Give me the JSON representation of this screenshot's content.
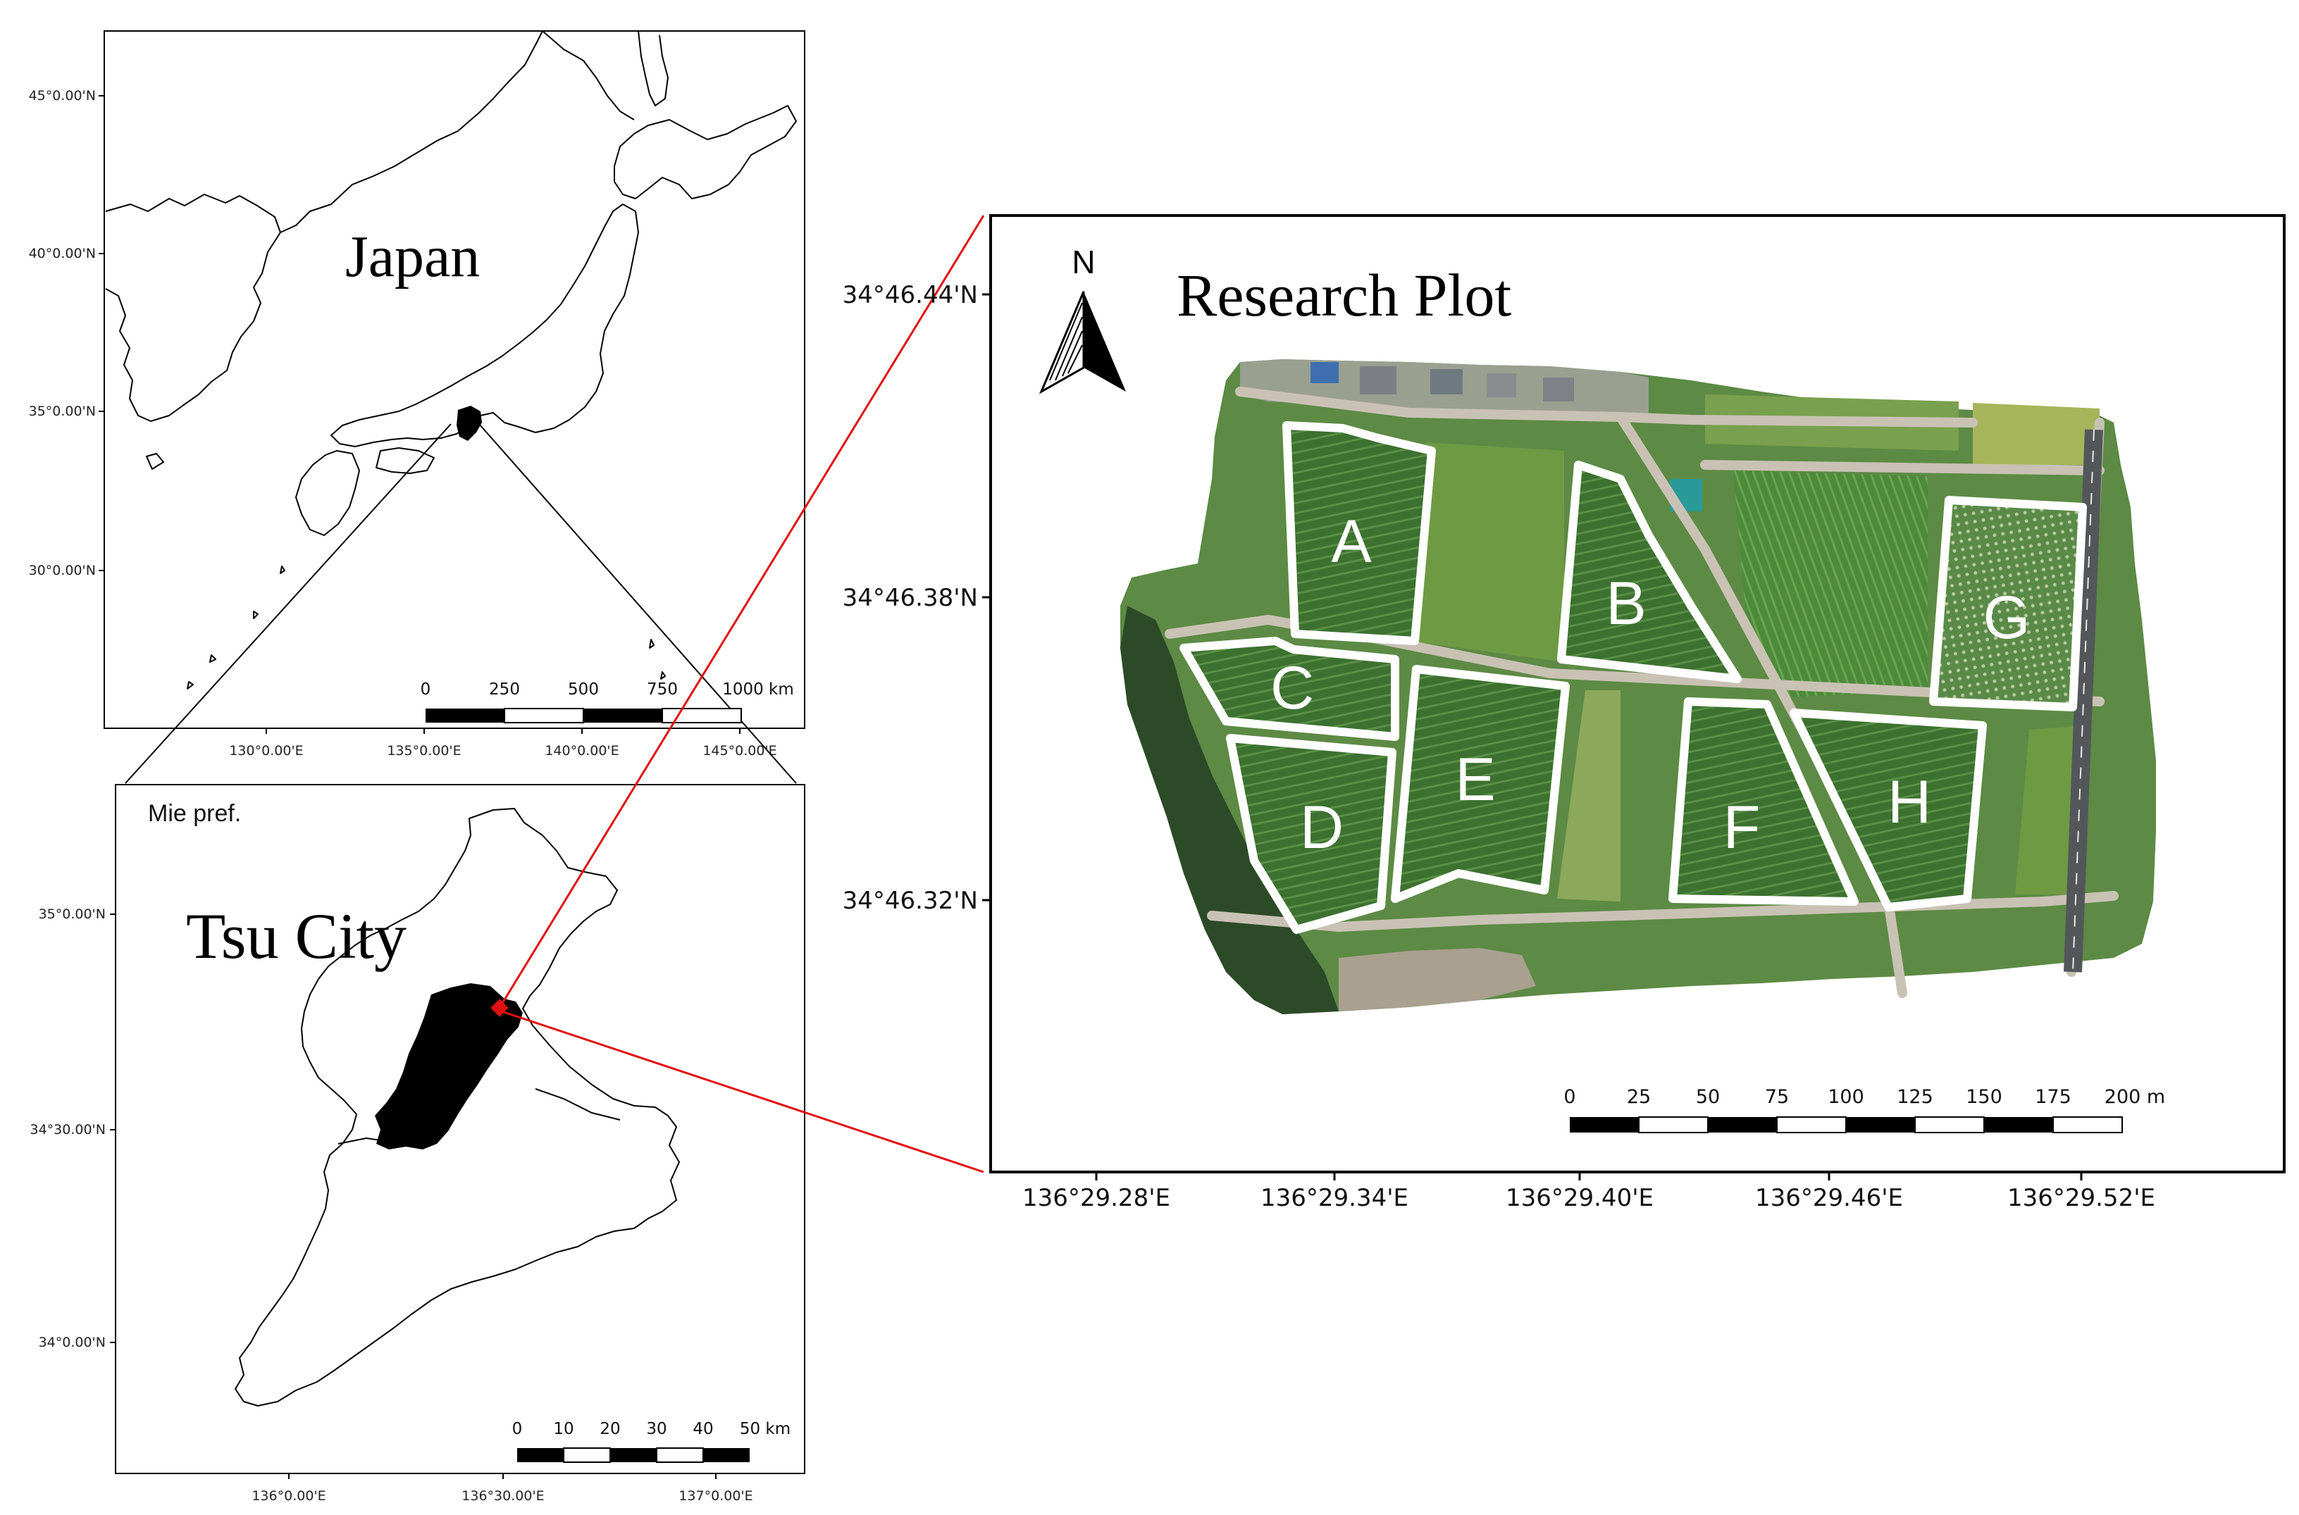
{
  "japan_panel": {
    "title": "Japan",
    "lat_ticks": [
      "45°0.00'N",
      "40°0.00'N",
      "35°0.00'N",
      "30°0.00'N"
    ],
    "lon_ticks": [
      "130°0.00'E",
      "135°0.00'E",
      "140°0.00'E",
      "145°0.00'E"
    ],
    "scalebar": {
      "labels": [
        "0",
        "250",
        "500",
        "750",
        "1000 km"
      ]
    }
  },
  "mie_panel": {
    "subtitle": "Mie pref.",
    "title": "Tsu City",
    "lat_ticks": [
      "35°0.00'N",
      "34°30.00'N",
      "34°0.00'N"
    ],
    "lon_ticks": [
      "136°0.00'E",
      "136°30.00'E",
      "137°0.00'E"
    ],
    "scalebar": {
      "labels": [
        "0",
        "10",
        "20",
        "30",
        "40",
        "50 km"
      ]
    }
  },
  "plot_panel": {
    "title": "Research Plot",
    "north_label": "N",
    "lat_ticks": [
      "34°46.44'N",
      "34°46.38'N",
      "34°46.32'N"
    ],
    "lon_ticks": [
      "136°29.28'E",
      "136°29.34'E",
      "136°29.40'E",
      "136°29.46'E",
      "136°29.52'E"
    ],
    "scalebar": {
      "labels": [
        "0",
        "25",
        "50",
        "75",
        "100",
        "125",
        "150",
        "175",
        "200 m"
      ]
    },
    "plots": [
      "A",
      "B",
      "C",
      "D",
      "E",
      "F",
      "G",
      "H"
    ]
  },
  "colors": {
    "frame": "#000000",
    "leader_line": "#e01010",
    "plot_outline": "#ffffff",
    "field_green": "#3f7a2f",
    "highlight": "#e01010"
  }
}
